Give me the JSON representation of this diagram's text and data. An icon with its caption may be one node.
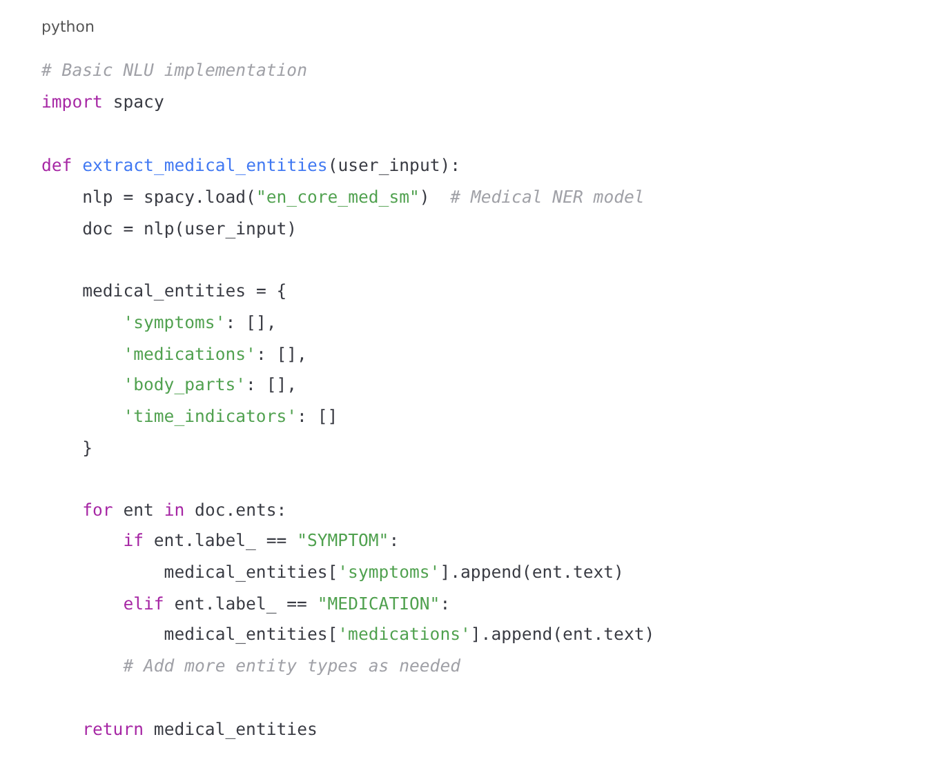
{
  "diagram": {
    "labels": [
      "python",
      "# Basic NLU implementation",
      "import spacy",
      "def extract_medical_entities(user_input):",
      "nlp = spacy.load(\"en_core_med_sm\")  # Medical NER model",
      "doc = nlp(user_input)",
      "medical_entities = {",
      "'symptoms': [],",
      "'medications': [],",
      "'body_parts': [],",
      "'time_indicators': []",
      "}",
      "for ent in doc.ents:",
      "if ent.label_ == \"SYMPTOM\":",
      "medical_entities['symptoms'].append(ent.text)",
      "elif ent.label_ == \"MEDICATION\":",
      "medical_entities['medications'].append(ent.text)",
      "# Add more entity types as needed",
      "return medical_entities"
    ]
  }
}
